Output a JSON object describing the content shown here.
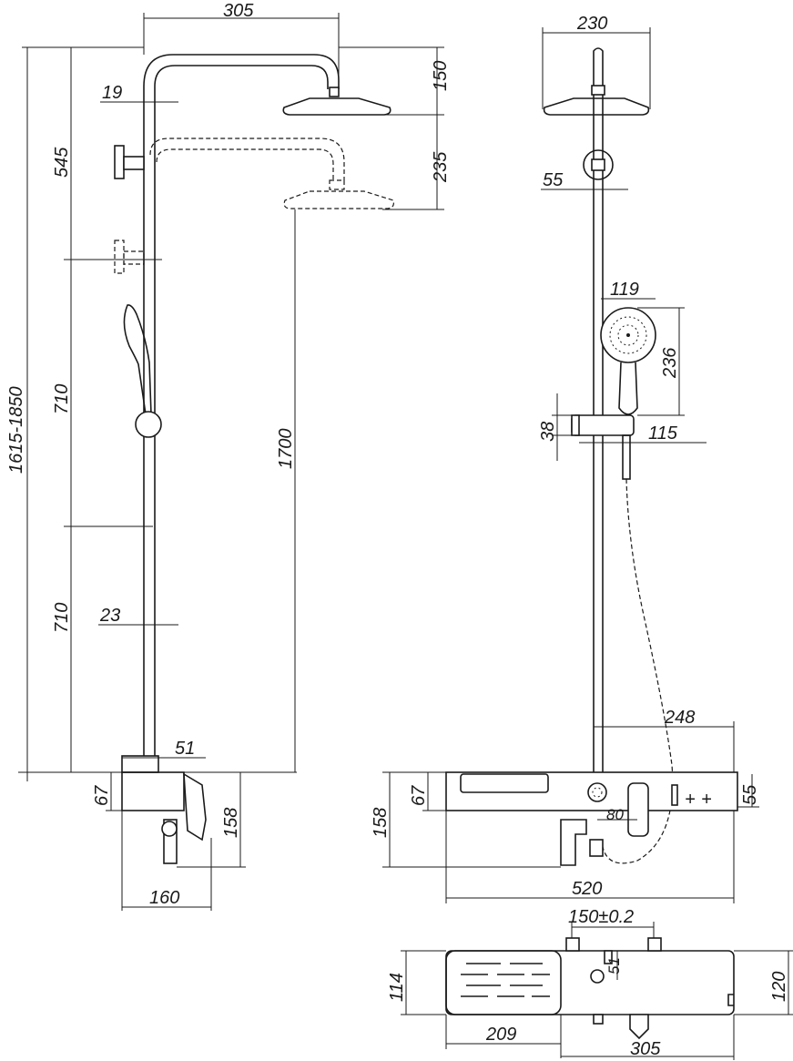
{
  "dimensions": {
    "side_view": {
      "width_305": "305",
      "head_150": "150",
      "pipe_19": "19",
      "upper_545": "545",
      "drop_235": "235",
      "range_1615_1850": "1615-1850",
      "seg_710_upper": "710",
      "height_1700": "1700",
      "seg_710_lower": "710",
      "pipe_23": "23",
      "offset_51": "51",
      "body_67": "67",
      "body_158": "158",
      "base_160": "160"
    },
    "front_view": {
      "head_230": "230",
      "bracket_55": "55",
      "hand_119": "119",
      "hand_236": "236",
      "slider_38": "38",
      "slider_115": "115",
      "shelf_248": "248",
      "body_67": "67",
      "body_158": "158",
      "valve_80": "80",
      "end_55": "55",
      "overall_520": "520"
    },
    "top_view": {
      "centers_150": "150±0.2",
      "depth_114": "114",
      "outlet_51": "51",
      "depth_120": "120",
      "tray_209": "209",
      "width_305": "305"
    }
  }
}
